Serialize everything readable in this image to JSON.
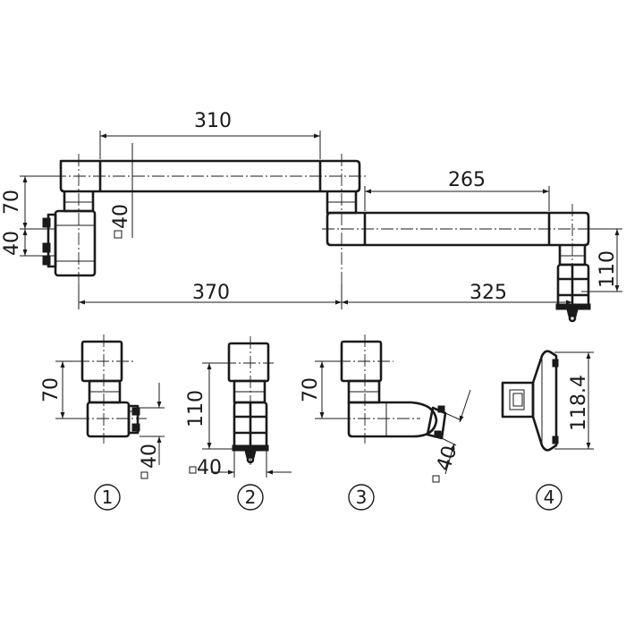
{
  "dimensions": {
    "top_arm_length": "310",
    "lower_arm_length": "265",
    "left_span": "370",
    "right_span": "325",
    "left_offset_height": "70",
    "left_mount_height": "40",
    "square_section": "40",
    "right_drop_height": "110",
    "variant1_offset": "70",
    "variant1_mount": "40",
    "variant2_drop": "110",
    "variant2_mount": "40",
    "variant3_offset": "70",
    "variant3_mount": "40",
    "variant4_height": "118.4"
  },
  "variants": [
    {
      "number": "1"
    },
    {
      "number": "2"
    },
    {
      "number": "3"
    },
    {
      "number": "4"
    }
  ]
}
